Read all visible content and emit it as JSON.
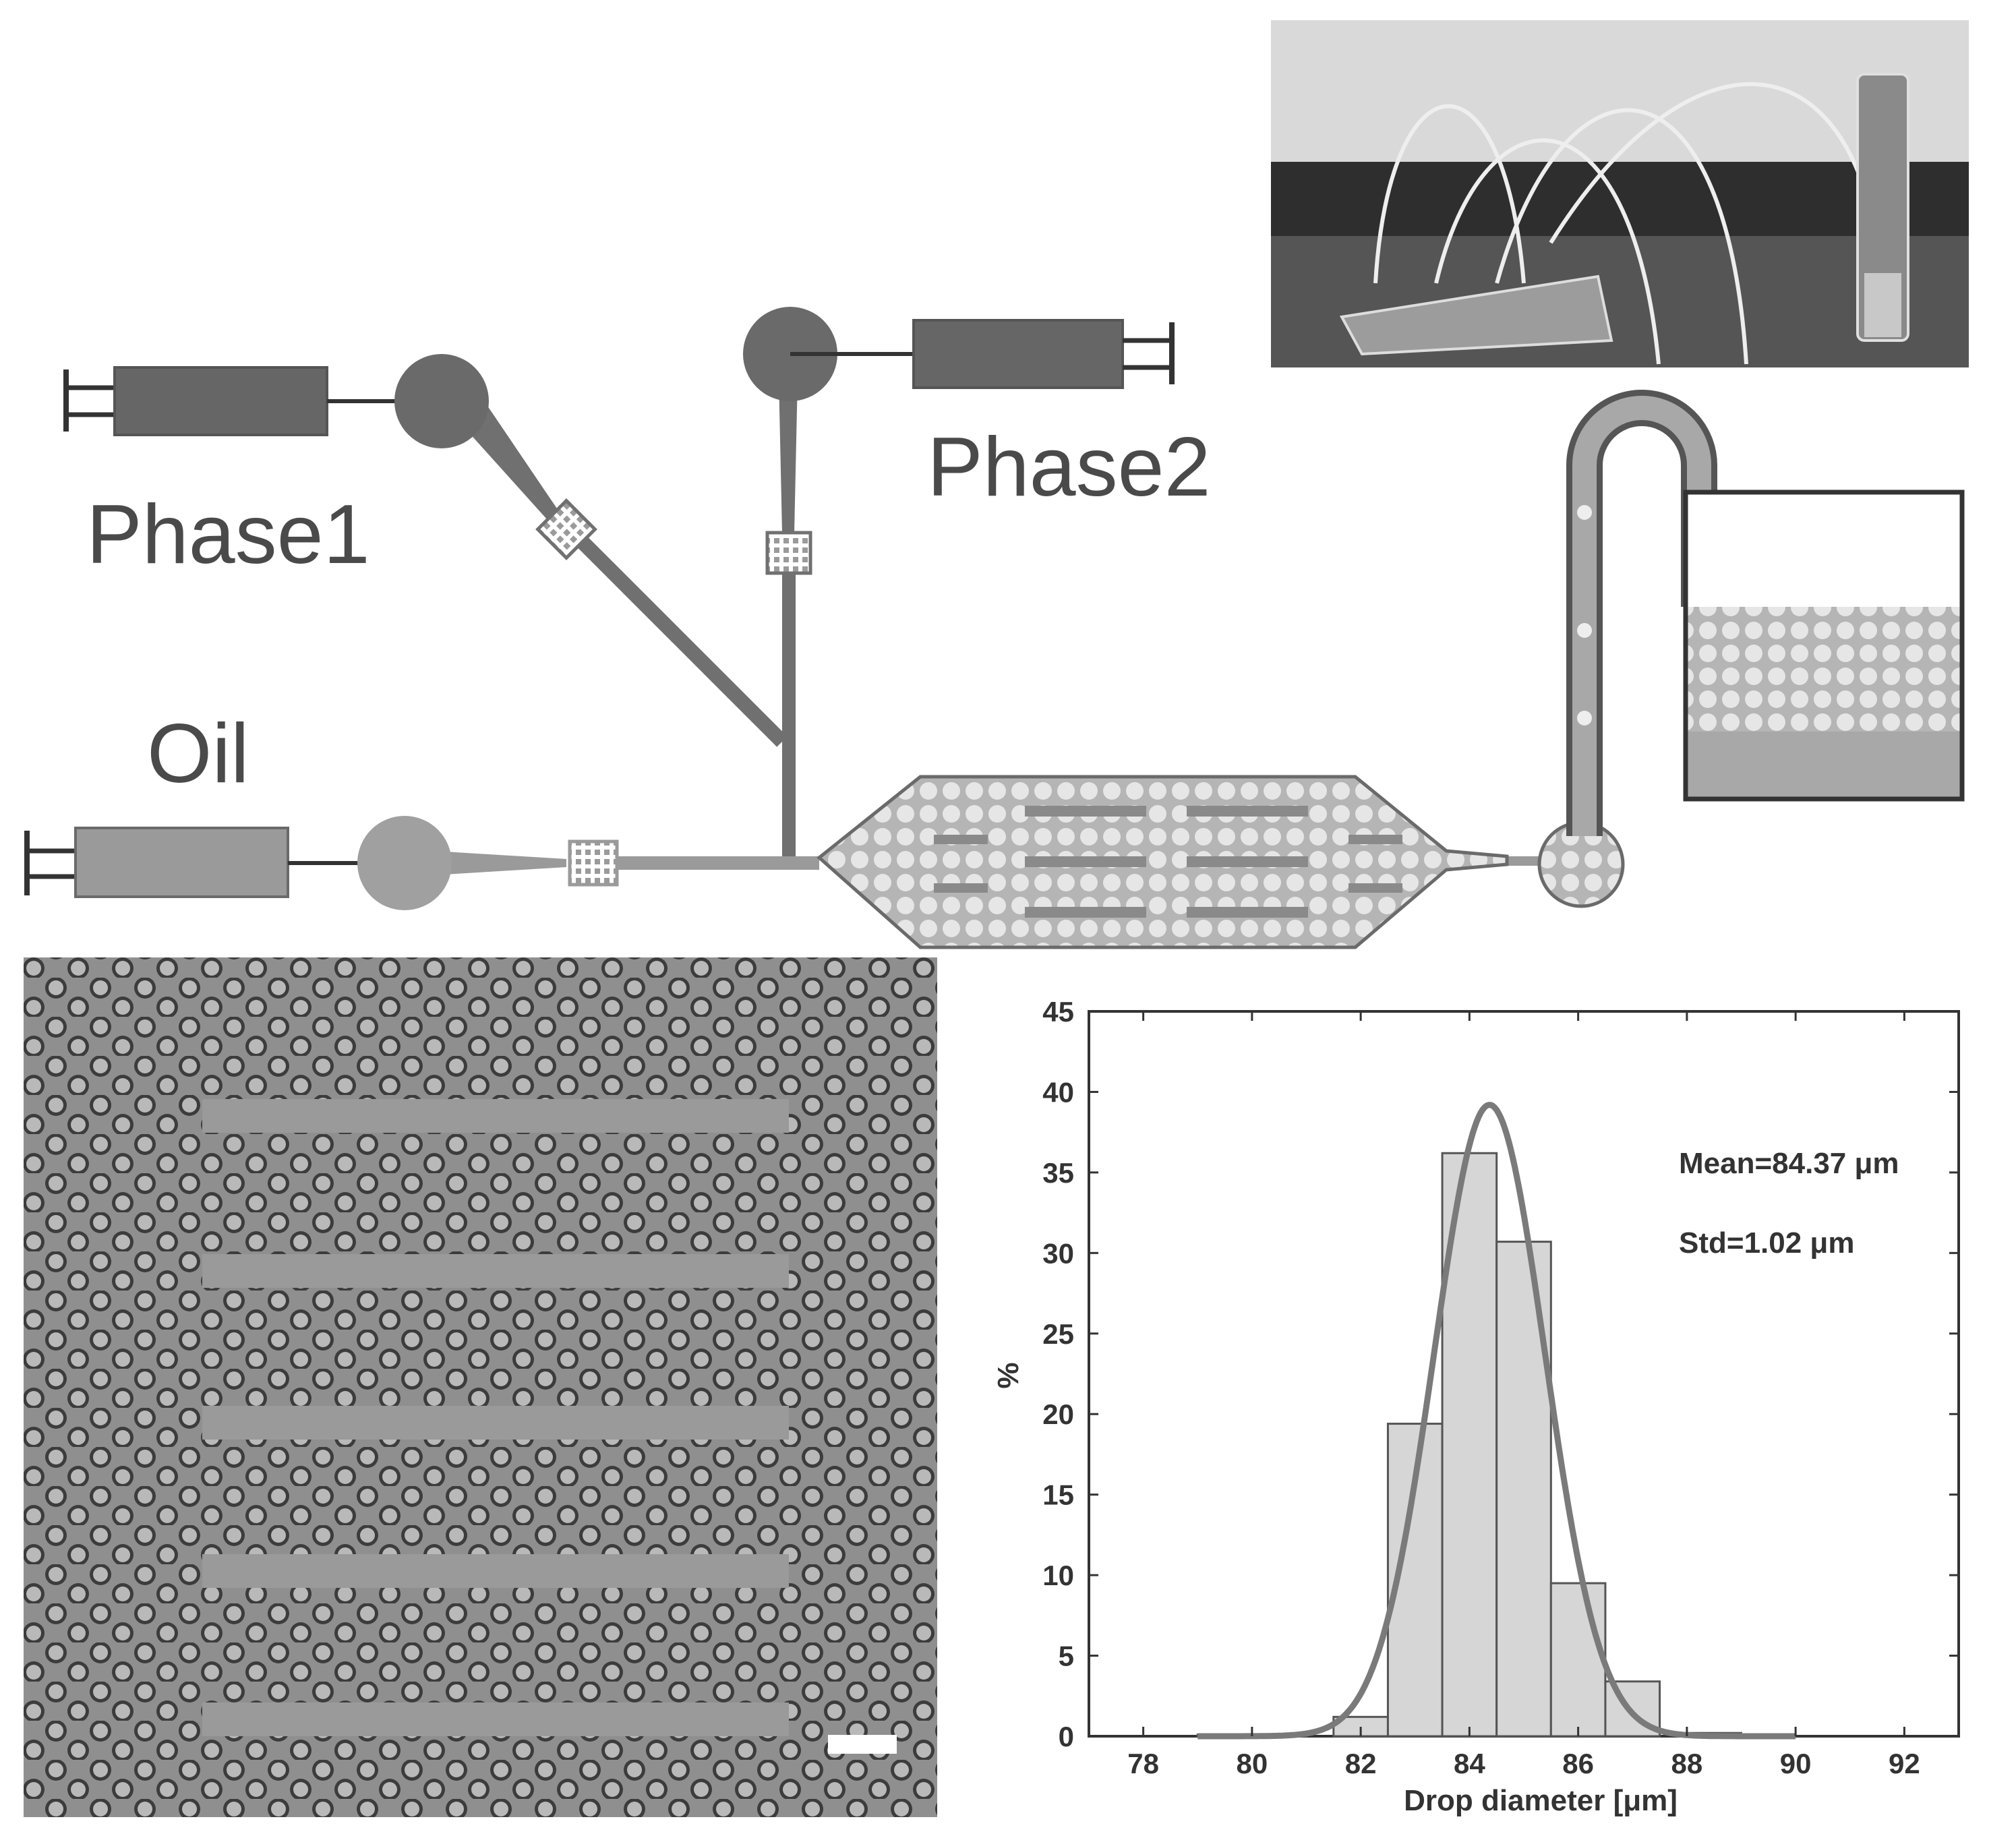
{
  "labels": {
    "phase1": "Phase1",
    "phase2": "Phase2",
    "oil": "Oil"
  },
  "photo": {
    "description_icon": "setup-photo"
  },
  "micrograph": {
    "scale_bar_icon": "scale-bar"
  },
  "colors": {
    "syringe_dark": "#666666",
    "syringe_light": "#9a9a9a",
    "channel": "#707070",
    "chamber_fill": "#b8b8b8",
    "droplet": "#e4e4e4",
    "bar_fill": "#d6d6d6",
    "fit_curve": "#7a7a7a"
  },
  "chart_data": {
    "type": "bar",
    "xlabel": "Drop diameter [μm]",
    "ylabel": "%",
    "xlim": [
      77,
      93
    ],
    "ylim": [
      0,
      45
    ],
    "xticks": [
      78,
      80,
      82,
      84,
      86,
      88,
      90,
      92
    ],
    "yticks": [
      0,
      5,
      10,
      15,
      20,
      25,
      30,
      35,
      40,
      45
    ],
    "bin_width": 1,
    "bins": [
      {
        "center": 79.5,
        "value": 0.1
      },
      {
        "center": 80.5,
        "value": 0.1
      },
      {
        "center": 82.0,
        "value": 1.2
      },
      {
        "center": 83.0,
        "value": 19.4
      },
      {
        "center": 84.0,
        "value": 36.2
      },
      {
        "center": 85.0,
        "value": 30.7
      },
      {
        "center": 86.0,
        "value": 9.5
      },
      {
        "center": 87.0,
        "value": 3.4
      },
      {
        "center": 88.5,
        "value": 0.2
      }
    ],
    "fit": {
      "type": "gaussian",
      "mean": 84.37,
      "std": 1.02,
      "peak": 39.2
    },
    "annotations": [
      "Mean=84.37 μm",
      "Std=1.02 μm"
    ],
    "grid": false
  }
}
